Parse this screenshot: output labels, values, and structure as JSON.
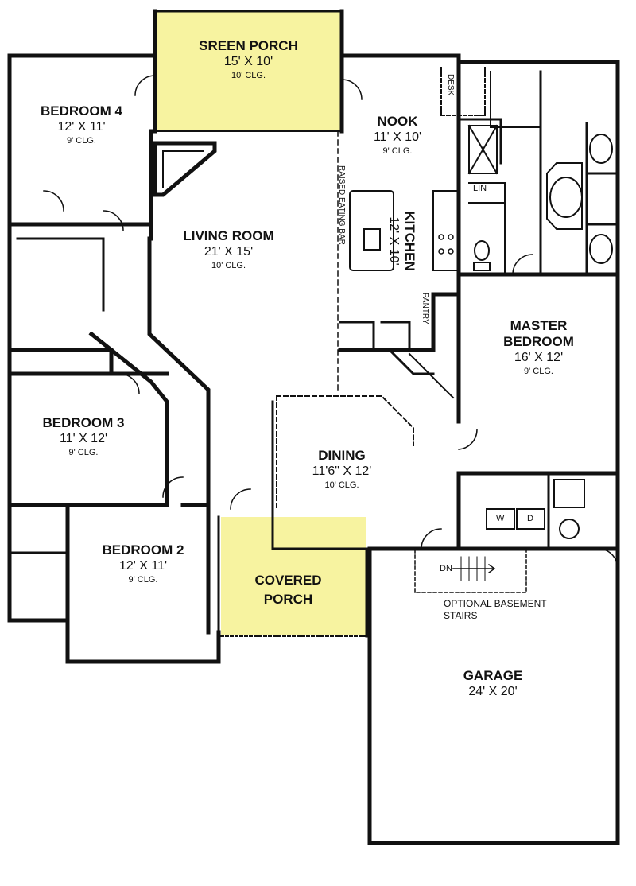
{
  "colors": {
    "wall": "#111111",
    "porch_fill": "#f7f3a0",
    "background": "#ffffff"
  },
  "rooms": {
    "screen_porch": {
      "name": "SREEN PORCH",
      "dim": "15' X 10'",
      "clg": "10' CLG."
    },
    "bedroom4": {
      "name": "BEDROOM 4",
      "dim": "12' X 11'",
      "clg": "9' CLG."
    },
    "nook": {
      "name": "NOOK",
      "dim": "11' X 10'",
      "clg": "9' CLG."
    },
    "living": {
      "name": "LIVING ROOM",
      "dim": "21' X 15'",
      "clg": "10' CLG."
    },
    "kitchen": {
      "name": "KITCHEN",
      "dim": "12' X 10'"
    },
    "master": {
      "name": "MASTER BEDROOM",
      "dim": "16' X 12'",
      "clg": "9' CLG."
    },
    "bedroom3": {
      "name": "BEDROOM 3",
      "dim": "11' X 12'",
      "clg": "9' CLG."
    },
    "dining": {
      "name": "DINING",
      "dim": "11'6\" X 12'",
      "clg": "10' CLG."
    },
    "bedroom2": {
      "name": "BEDROOM 2",
      "dim": "12' X 11'",
      "clg": "9' CLG."
    },
    "covered_porch": {
      "name": "COVERED PORCH"
    },
    "garage": {
      "name": "GARAGE",
      "dim": "24' X 20'"
    }
  },
  "fixtures": {
    "desk": "DESK",
    "lin": "LIN",
    "raised_bar": "RAISED EATING BAR",
    "pantry": "PANTRY",
    "dn": "DN",
    "washer": "W",
    "dryer": "D",
    "basement_stairs": "OPTIONAL BASEMENT STAIRS"
  }
}
